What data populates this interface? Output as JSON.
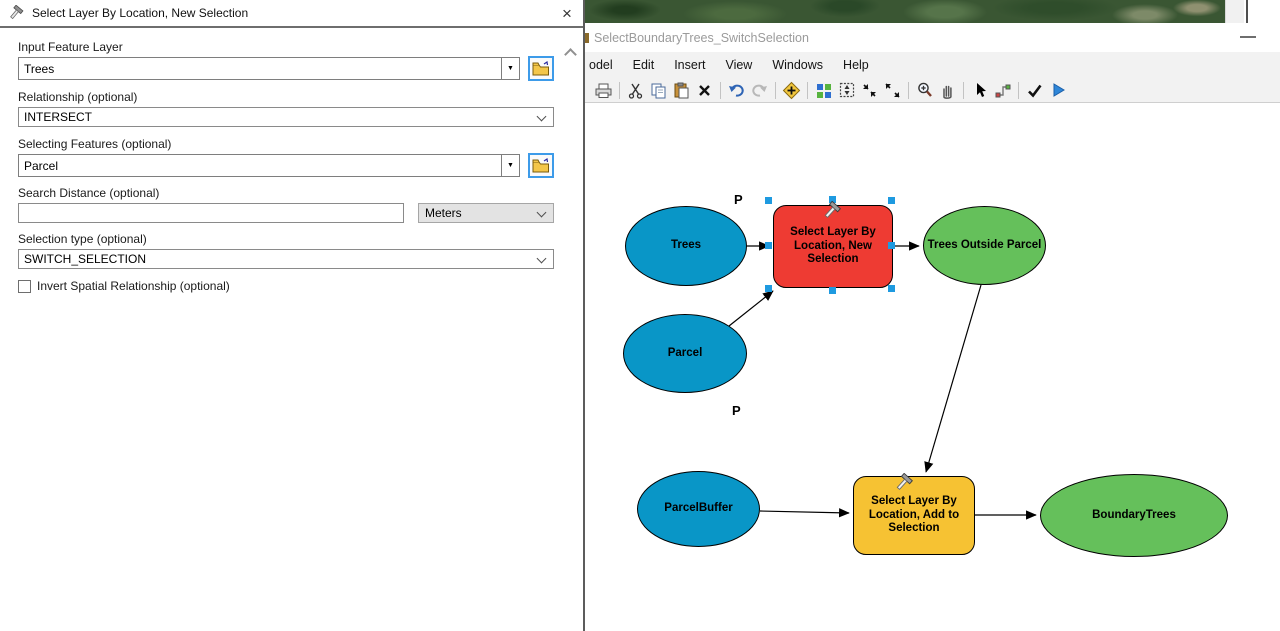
{
  "colors": {
    "oval_blue": "#0996c7",
    "oval_green": "#65c05b",
    "tool_red": "#ee3b33",
    "tool_yellow": "#f6c233",
    "handle_blue": "#1e9ae0"
  },
  "dialog": {
    "title": "Select Layer By Location, New Selection",
    "close_icon": "×",
    "fields": {
      "input_feature_layer": {
        "label": "Input Feature Layer",
        "value": "Trees"
      },
      "relationship": {
        "label": "Relationship (optional)",
        "value": "INTERSECT"
      },
      "selecting_features": {
        "label": "Selecting Features (optional)",
        "value": "Parcel"
      },
      "search_distance": {
        "label": "Search Distance (optional)",
        "value": "",
        "unit": "Meters"
      },
      "selection_type": {
        "label": "Selection type (optional)",
        "value": "SWITCH_SELECTION"
      },
      "invert_spatial_relationship": {
        "label": "Invert Spatial Relationship (optional)",
        "checked": false
      }
    }
  },
  "model_window": {
    "title": "SelectBoundaryTrees_SwitchSelection",
    "menu": [
      "odel",
      "Edit",
      "Insert",
      "View",
      "Windows",
      "Help"
    ],
    "toolbar_icons": [
      "print",
      "cut",
      "copy",
      "paste",
      "delete",
      "undo",
      "redo",
      "add-data",
      "auto-layout",
      "full-extent",
      "fixed-zoom-in",
      "fixed-zoom-out",
      "zoom-in",
      "pan",
      "select-tool",
      "connect-tool",
      "validate",
      "run"
    ],
    "diagram": {
      "parameter_label": "P",
      "nodes": [
        {
          "id": "trees",
          "label": "Trees",
          "type": "input-variable"
        },
        {
          "id": "parcel",
          "label": "Parcel",
          "type": "input-variable"
        },
        {
          "id": "parcel-buffer",
          "label": "ParcelBuffer",
          "type": "input-variable"
        },
        {
          "id": "select-layer-new",
          "label": "Select Layer By Location, New Selection",
          "type": "tool",
          "state": "selected"
        },
        {
          "id": "trees-outside-parcel",
          "label": "Trees Outside Parcel",
          "type": "output-variable"
        },
        {
          "id": "select-layer-add",
          "label": "Select Layer By Location, Add to Selection",
          "type": "tool"
        },
        {
          "id": "boundary-trees",
          "label": "BoundaryTrees",
          "type": "output-variable"
        }
      ]
    }
  }
}
